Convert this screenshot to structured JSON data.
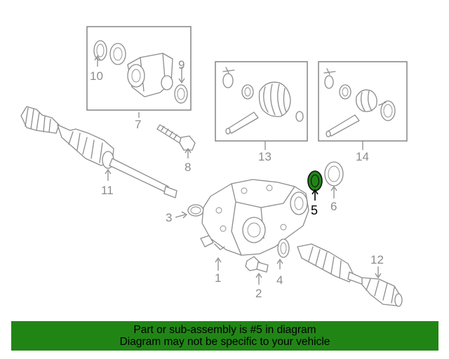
{
  "diagram": {
    "callouts": {
      "c1": "1",
      "c2": "2",
      "c3": "3",
      "c4": "4",
      "c5": "5",
      "c6": "6",
      "c7": "7",
      "c8": "8",
      "c9": "9",
      "c10": "10",
      "c11": "11",
      "c12": "12",
      "c13": "13",
      "c14": "14"
    },
    "highlighted_part": "5",
    "colors": {
      "highlight_part": "#218516",
      "banner_background": "#218516",
      "line_art": "#8c8c8c"
    }
  },
  "banner": {
    "line1": "Part or sub-assembly is #5 in diagram",
    "line2": "Diagram may not be specific to your vehicle"
  }
}
